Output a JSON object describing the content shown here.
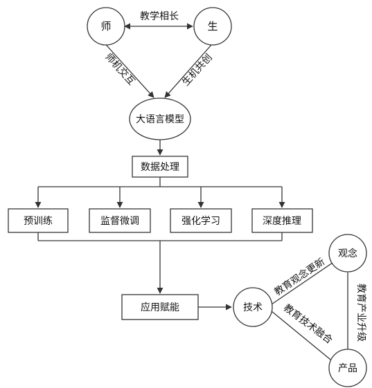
{
  "nodes": {
    "teacher": "师",
    "student": "生",
    "llm": "大语言模型",
    "data_processing": "数据处理",
    "pretraining": "预训练",
    "supervised_finetuning": "监督微调",
    "reinforcement_learning": "强化学习",
    "deep_reasoning": "深度推理",
    "application_empowerment": "应用赋能",
    "technology": "技术",
    "concept": "观念",
    "product": "产品"
  },
  "edges": {
    "teacher_student": "教学相长",
    "teacher_llm": "师机交互",
    "student_llm": "生机共创",
    "technology_concept": "教育观念更新",
    "concept_product": "教育产业升级",
    "technology_product": "教育技术融合"
  },
  "colors": {
    "stroke": "#333333",
    "text": "#111111",
    "background": "#ffffff"
  }
}
